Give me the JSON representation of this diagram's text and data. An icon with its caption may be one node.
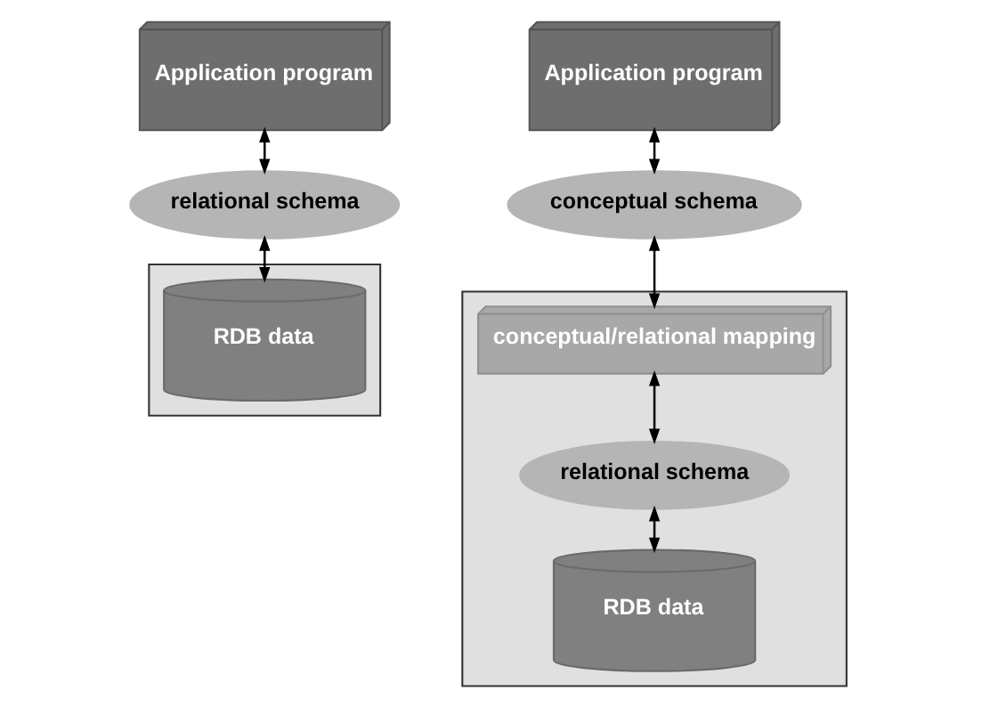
{
  "diagram": {
    "nodes": [
      {
        "text": [
          "Application program"
        ]
      },
      {
        "text": [],
        "shape": "box"
      },
      {
        "text": [
          "relational schema"
        ]
      },
      {
        "text": [
          "RDB data"
        ],
        "in": 1
      },
      {
        "text": [
          "Application program"
        ]
      },
      {
        "text": [],
        "shape": "box"
      },
      {
        "text": [
          "conceptual schema"
        ]
      },
      {
        "text": [
          "conceptual/relational mapping"
        ],
        "in": 5
      },
      {
        "text": [
          "relational schema"
        ],
        "in": 5
      },
      {
        "text": [
          "RDB data"
        ],
        "in": 5
      }
    ],
    "edges": [
      {
        "from": 0,
        "to": 2,
        "arrow": "both"
      },
      {
        "from": 2,
        "to": 3,
        "arrow": "both"
      },
      {
        "from": 4,
        "to": 6,
        "arrow": "both"
      },
      {
        "from": 6,
        "to": 7,
        "arrow": "both"
      },
      {
        "from": 7,
        "to": 8,
        "arrow": "both"
      },
      {
        "from": 8,
        "to": 9,
        "arrow": "both"
      }
    ]
  }
}
